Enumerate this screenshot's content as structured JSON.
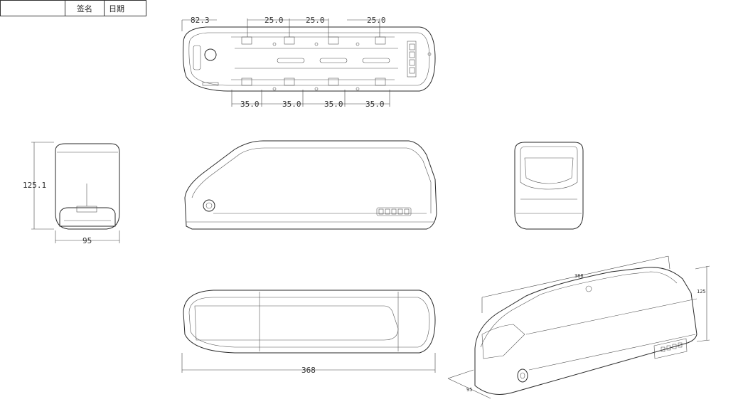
{
  "title_block": {
    "cell_empty": "",
    "signature_label": "签名",
    "date_label": "日期"
  },
  "dimensions": {
    "top_view": {
      "left_offset": "82.3",
      "pitch_top": [
        "25.0",
        "25.0",
        "25.0"
      ],
      "pitch_bottom": [
        "35.0",
        "35.0",
        "35.0",
        "35.0"
      ]
    },
    "front_view": {
      "height": "125.1",
      "width": "95"
    },
    "bottom_view": {
      "length": "368"
    },
    "iso_view": {
      "length": "368",
      "height": "125",
      "width": "95"
    }
  },
  "colors": {
    "line": "#2a2a2a",
    "background": "#ffffff"
  }
}
